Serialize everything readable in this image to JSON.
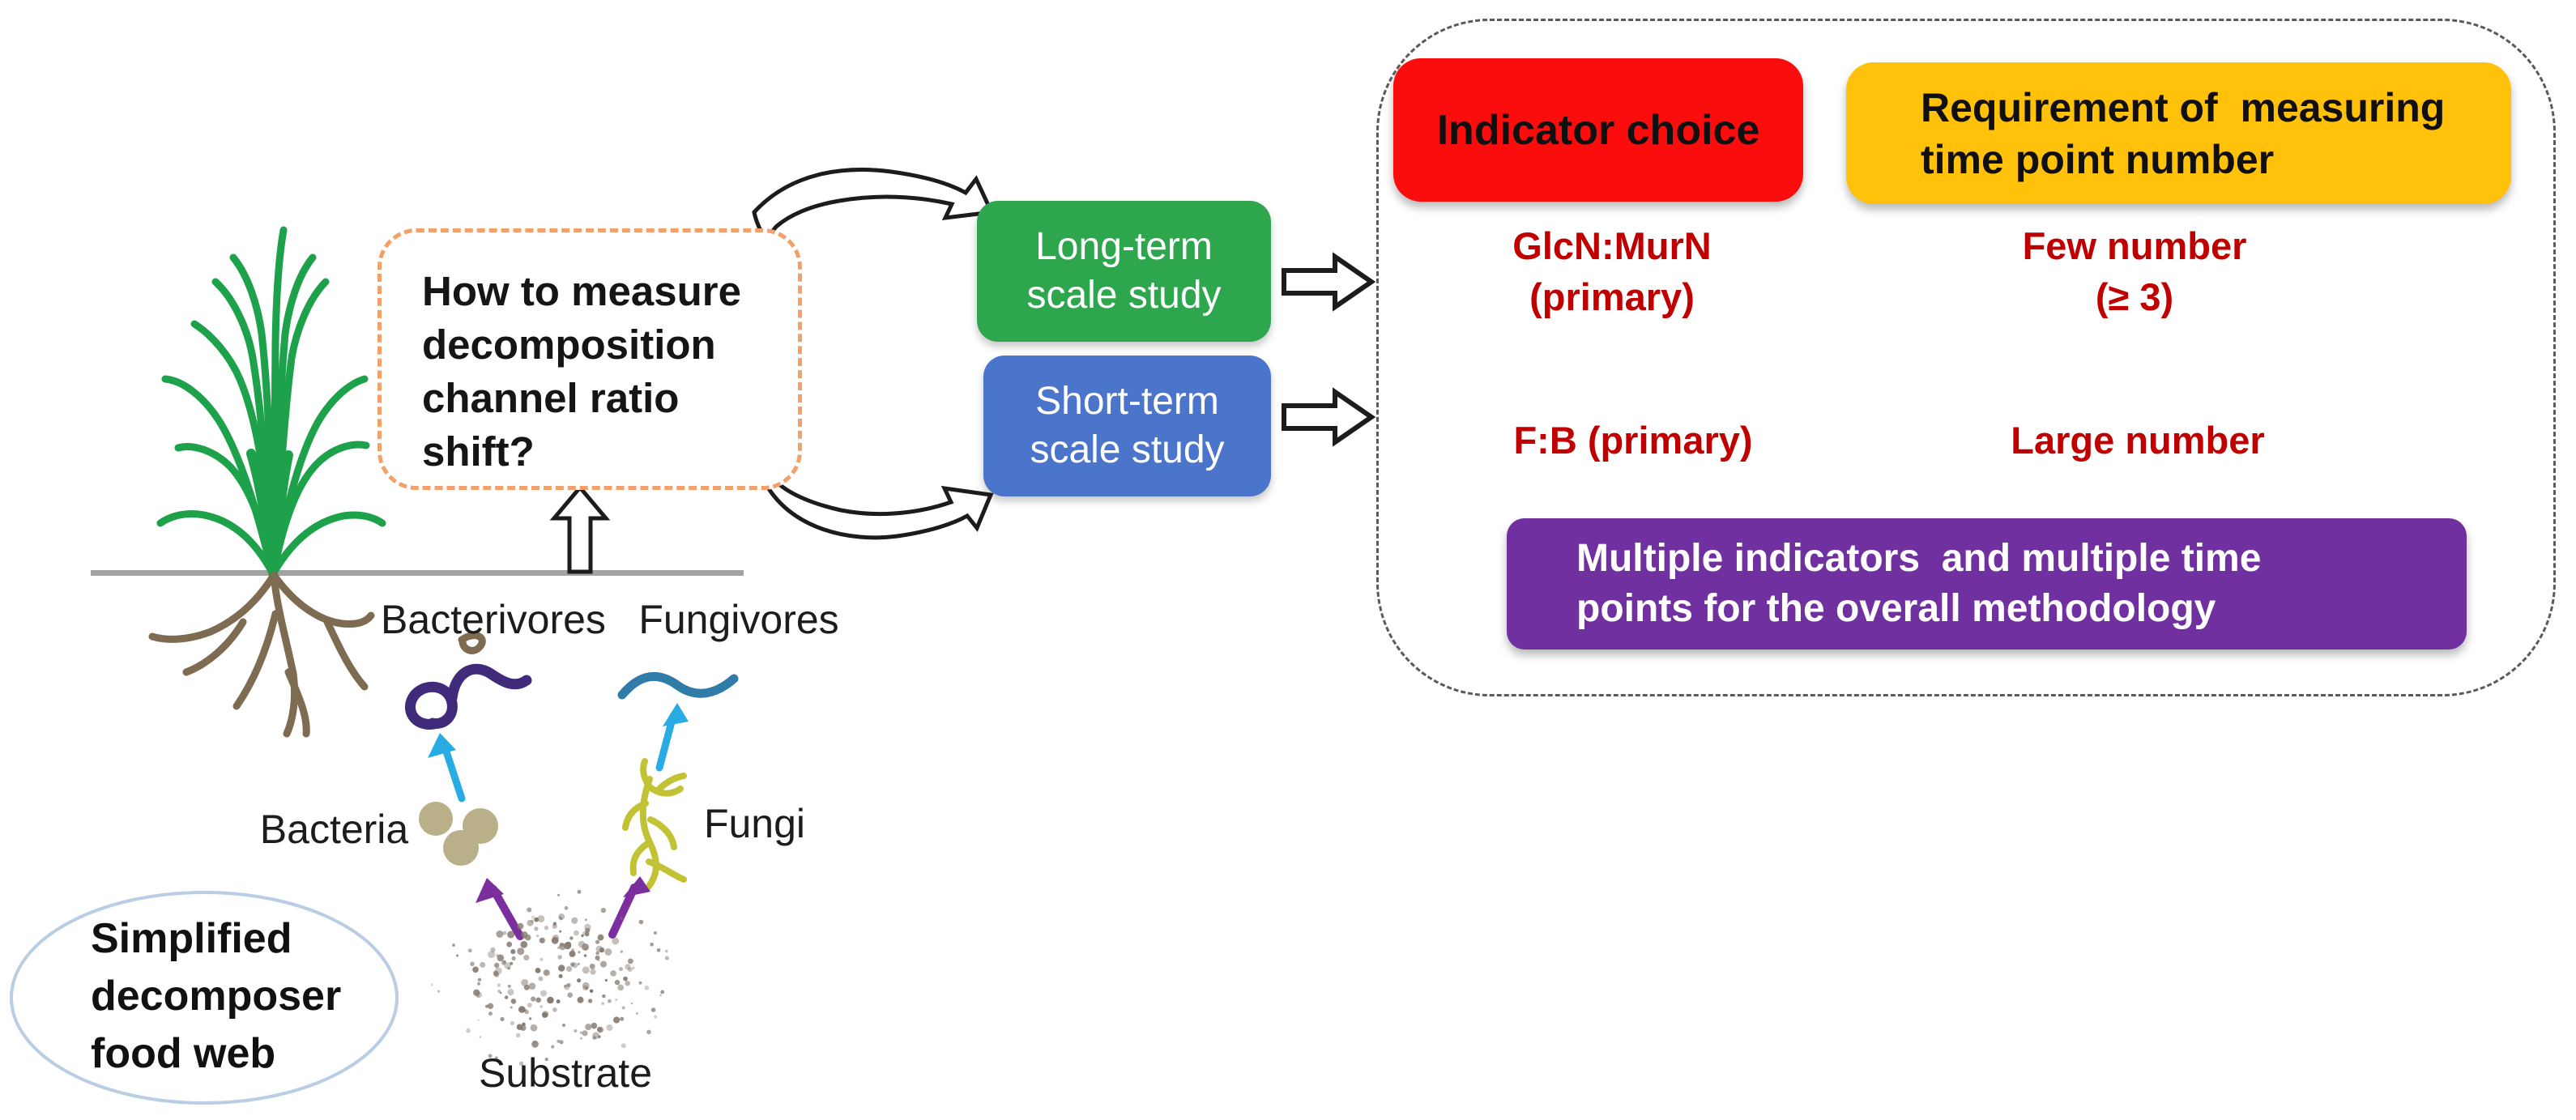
{
  "question_box": {
    "text": "How to measure\ndecomposition\nchannel ratio\nshift?"
  },
  "study_boxes": {
    "long_term": {
      "label": "Long-term\nscale study",
      "color": "#2EA64E"
    },
    "short_term": {
      "label": "Short-term\nscale study",
      "color": "#4B74CB"
    }
  },
  "panel": {
    "border_color": "#5a5a5a",
    "indicator_header": {
      "label": "Indicator choice",
      "color": "#FB0D0D"
    },
    "requirement_header": {
      "label": "Requirement of  measuring\ntime point number",
      "color": "#FFC10A"
    },
    "row_text_color": "#C00000",
    "rows": {
      "long_term": {
        "indicator": "GlcN:MurN\n(primary)",
        "requirement": "Few number\n(≥ 3)"
      },
      "short_term": {
        "indicator": "F:B (primary)",
        "requirement": "Large number"
      }
    },
    "footer": {
      "text": "Multiple indicators  and multiple time\npoints for the overall methodology",
      "color": "#7030A0",
      "text_color": "#FFFFFF"
    }
  },
  "food_web": {
    "caption": "Simplified\ndecomposer\nfood web",
    "bacterivores_label": "Bacterivores",
    "fungivores_label": "Fungivores",
    "bacteria_label": "Bacteria",
    "fungi_label": "Fungi",
    "substrate_label": "Substrate"
  },
  "colors": {
    "question_border": "#F2A16B",
    "soil_line": "#A3A3A3",
    "plant_green": "#1EA14B",
    "root_brown": "#7D6B52",
    "bacterivore_worm": "#3F2B7A",
    "fungivore_worm": "#2F7CA8",
    "food_arrow_cyan": "#29ACE3",
    "substrate_arrow_purple": "#7B2F9F",
    "bacteria_tan": "#B9B089",
    "fungi_yellow": "#C2C235",
    "substrate_gray": "#857A70",
    "ellipse_border": "#B9CDE5",
    "connector_ink": "#1c1c1c"
  }
}
